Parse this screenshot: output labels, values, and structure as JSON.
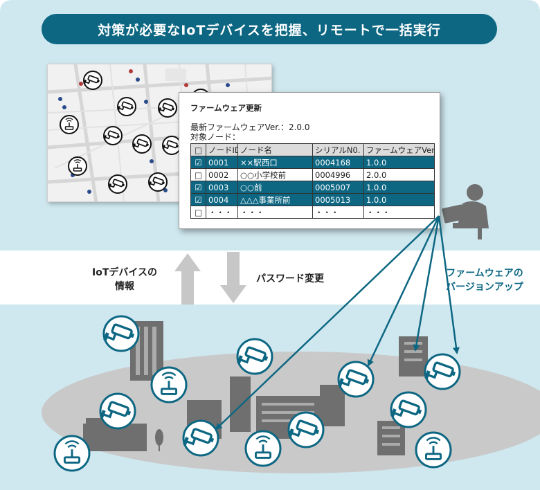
{
  "title": "対策が必要なIoTデバイスを把握、リモートで一括実行",
  "dialog": {
    "title": "ファームウェア更新",
    "latest_firmware": "最新ファームウェアVer.：2.0.0",
    "target_nodes": "対象ノード：",
    "columns": [
      "□",
      "ノードID",
      "ノード名",
      "シリアルN0.",
      "ファームウェアVer."
    ],
    "rows": [
      {
        "check": "☑",
        "id": "0001",
        "name": "××駅西口",
        "serial": "0004168",
        "version": "1.0.0",
        "selected": true
      },
      {
        "check": "□",
        "id": "0002",
        "name": "○○小学校前",
        "serial": "0004996",
        "version": "2.0.0",
        "selected": false
      },
      {
        "check": "☑",
        "id": "0003",
        "name": "○○前",
        "serial": "0005007",
        "version": "1.0.0",
        "selected": true
      },
      {
        "check": "☑",
        "id": "0004",
        "name": "△△△事業所前",
        "serial": "0005013",
        "version": "1.0.0",
        "selected": true
      },
      {
        "check": "□",
        "id": "・・・",
        "name": "・・・",
        "serial": "・・・",
        "version": "・・・",
        "selected": false
      }
    ]
  },
  "labels": {
    "iot_info_line1": "IoTデバイスの",
    "iot_info_line2": "情報",
    "password_change": "パスワード変更",
    "firmware_up_line1": "ファームウェアの",
    "firmware_up_line2": "バージョンアップ"
  },
  "colors": {
    "accent": "#0d6783",
    "panel_bg": "#cfe8ef",
    "ground": "#c9c9c9",
    "building": "#6f6f6f",
    "arrow_gray": "#c7c7c7"
  }
}
